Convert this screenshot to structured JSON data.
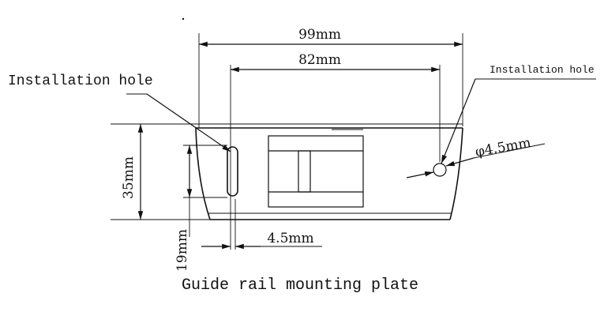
{
  "diagram": {
    "caption": "Guide rail mounting plate",
    "label_left": "Installation hole",
    "label_right": "Installation hole",
    "dims": {
      "overall_width": "99mm",
      "hole_spacing": "82mm",
      "height": "35mm",
      "slot_length": "19mm",
      "slot_width": "4.5mm",
      "hole_diameter": "φ4.5mm"
    }
  }
}
